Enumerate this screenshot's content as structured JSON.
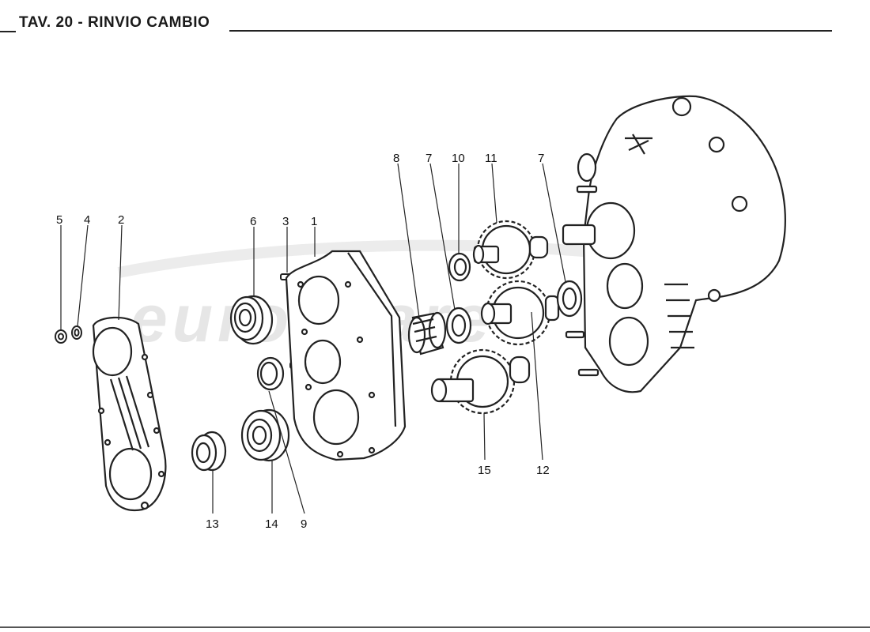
{
  "page": {
    "title": "TAV. 20 - RINVIO CAMBIO"
  },
  "watermark": {
    "text": "eurospares"
  },
  "callouts": [
    {
      "id": "c5",
      "label": "5"
    },
    {
      "id": "c4",
      "label": "4"
    },
    {
      "id": "c2",
      "label": "2"
    },
    {
      "id": "c6",
      "label": "6"
    },
    {
      "id": "c3",
      "label": "3"
    },
    {
      "id": "c1",
      "label": "1"
    },
    {
      "id": "c8",
      "label": "8"
    },
    {
      "id": "c7a",
      "label": "7"
    },
    {
      "id": "c10",
      "label": "10"
    },
    {
      "id": "c11",
      "label": "11"
    },
    {
      "id": "c7b",
      "label": "7"
    },
    {
      "id": "c13",
      "label": "13"
    },
    {
      "id": "c14",
      "label": "14"
    },
    {
      "id": "c9",
      "label": "9"
    },
    {
      "id": "c15",
      "label": "15"
    },
    {
      "id": "c12",
      "label": "12"
    }
  ]
}
